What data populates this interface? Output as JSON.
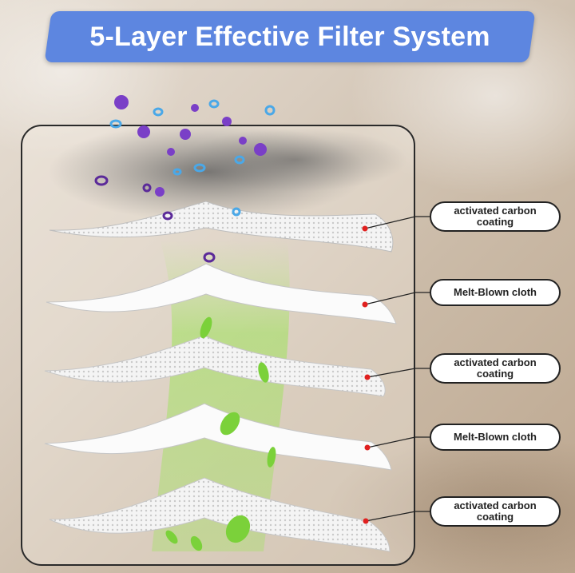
{
  "banner": {
    "title": "5-Layer Effective Filter System",
    "color": "#5d86e0"
  },
  "layers": [
    {
      "label": "activated carbon coating"
    },
    {
      "label": "Melt-Blown cloth"
    },
    {
      "label": "activated carbon coating"
    },
    {
      "label": "Melt-Blown cloth"
    },
    {
      "label": "activated carbon coating"
    }
  ],
  "colors": {
    "marker": "#e0201f",
    "particles_purple": "#7a3fc7",
    "particles_blue": "#4aa8e8",
    "leaf_green": "#7bd13a"
  }
}
